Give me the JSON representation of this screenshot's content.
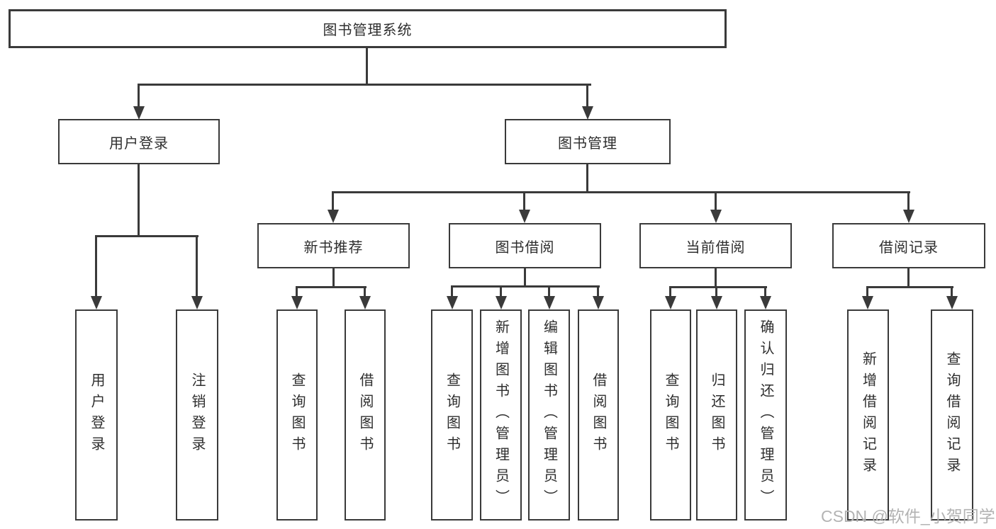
{
  "diagram": {
    "title": "图书管理系统",
    "branches": [
      {
        "label": "用户登录",
        "leaves": [
          "用户登录",
          "注销登录"
        ]
      },
      {
        "label": "图书管理",
        "groups": [
          {
            "label": "新书推荐",
            "leaves": [
              "查询图书",
              "借阅图书"
            ]
          },
          {
            "label": "图书借阅",
            "leaves": [
              "查询图书",
              "新增图书（管理员）",
              "编辑图书（管理员）",
              "借阅图书"
            ]
          },
          {
            "label": "当前借阅",
            "leaves": [
              "查询图书",
              "归还图书",
              "确认归还（管理员）"
            ]
          },
          {
            "label": "借阅记录",
            "leaves": [
              "新增借阅记录",
              "查询借阅记录"
            ]
          }
        ]
      }
    ]
  },
  "watermark": {
    "text": "CSDN @软件_小贺同学"
  },
  "colors": {
    "line": "#3a3a3a",
    "box_border": "#3a3a3a",
    "text": "#2e2e2e",
    "watermark": "#b3b3b3",
    "background": "#ffffff"
  }
}
